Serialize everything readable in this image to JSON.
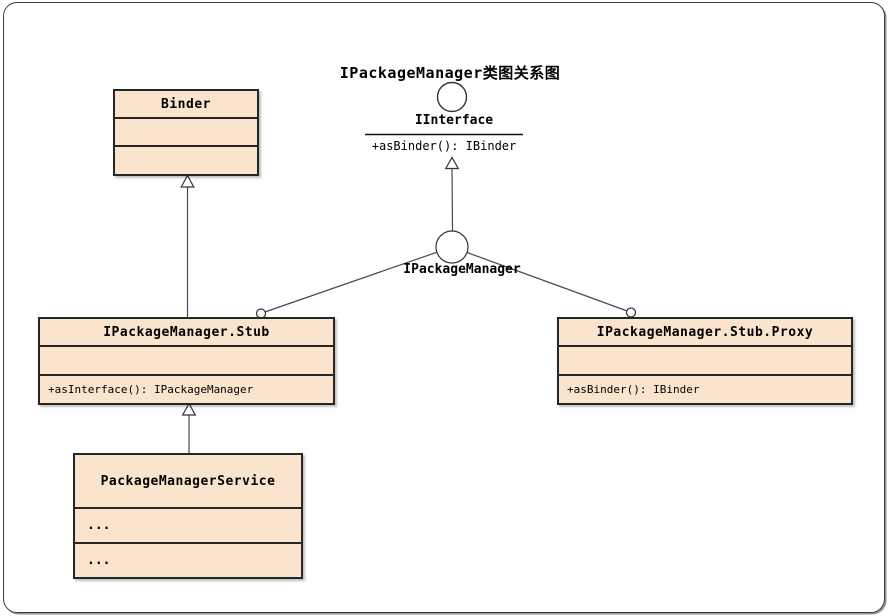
{
  "diagram": {
    "title": "IPackageManager类图关系图",
    "colors": {
      "box_fill": "#FBE4CE",
      "box_border": "#262626",
      "connector": "#4a4a4a",
      "background": "#FFFFFF"
    },
    "interfaces": {
      "iinterface": {
        "name": "IInterface",
        "method": "+asBinder(): IBinder"
      },
      "ipackagemanager": {
        "name": "IPackageManager"
      }
    },
    "classes": {
      "binder": {
        "name": "Binder",
        "attributes": "",
        "methods": ""
      },
      "stub": {
        "name": "IPackageManager.Stub",
        "attributes": "",
        "methods": "+asInterface(): IPackageManager"
      },
      "proxy": {
        "name": "IPackageManager.Stub.Proxy",
        "attributes": "",
        "methods": "+asBinder(): IBinder"
      },
      "pms": {
        "name": "PackageManagerService",
        "attributes": "...",
        "methods": "..."
      }
    },
    "relations": [
      {
        "from": "IPackageManager.Stub",
        "to": "Binder",
        "type": "generalization"
      },
      {
        "from": "IPackageManager",
        "to": "IInterface",
        "type": "generalization"
      },
      {
        "from": "IPackageManager",
        "to": "IPackageManager.Stub",
        "type": "socket"
      },
      {
        "from": "IPackageManager",
        "to": "IPackageManager.Stub.Proxy",
        "type": "socket"
      },
      {
        "from": "PackageManagerService",
        "to": "IPackageManager.Stub",
        "type": "generalization"
      }
    ]
  }
}
